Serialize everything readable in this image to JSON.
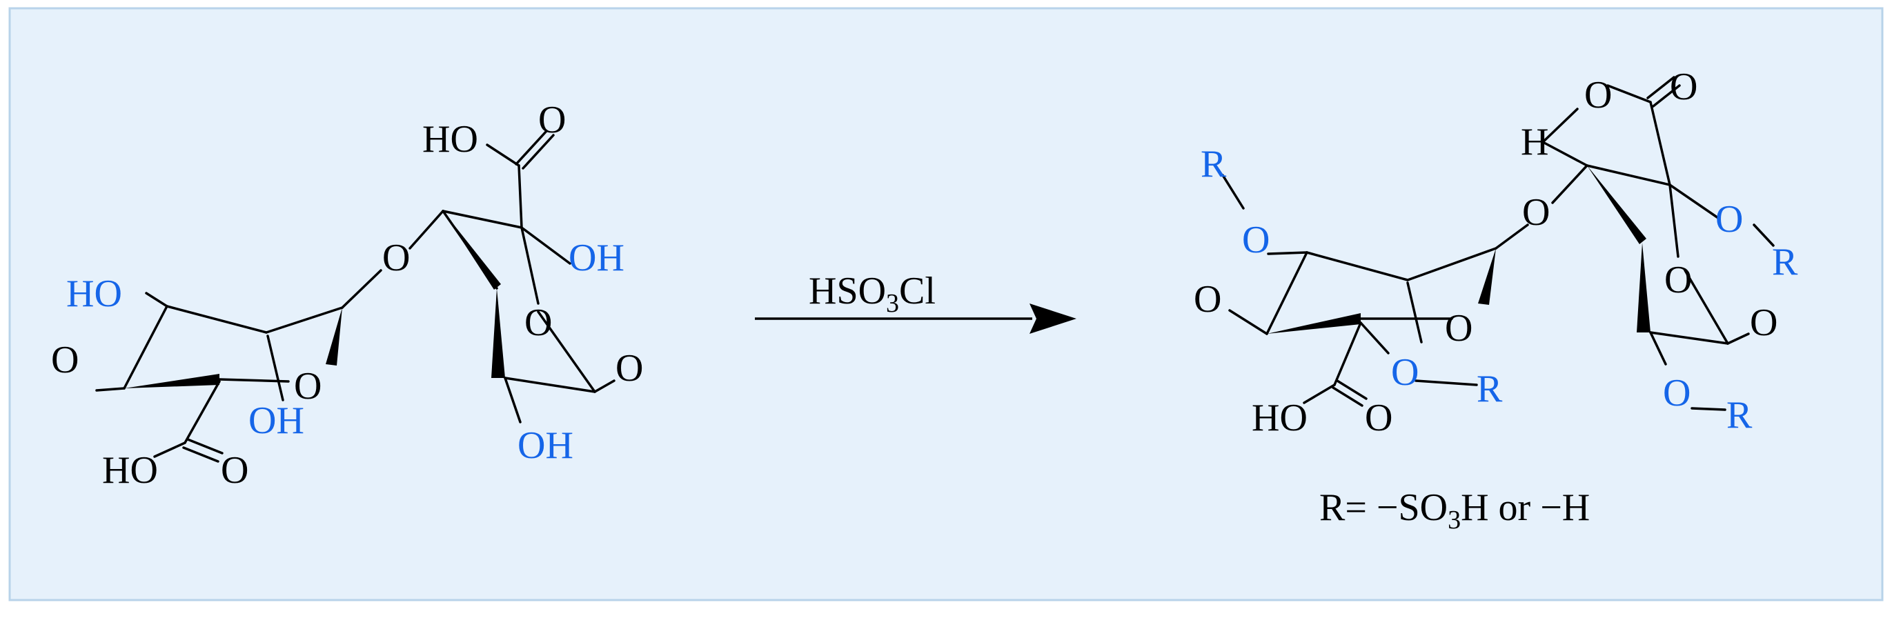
{
  "colors": {
    "background": "#e6f1fb",
    "border": "#b8d3ea",
    "bond": "#000000",
    "highlight": "#1565e8"
  },
  "reactant": {
    "ho_top": "HO",
    "o_carbonyl_top": "O",
    "o_bridge": "O",
    "oh_right_upper": "OH",
    "ho_left": "HO",
    "o_left": "O",
    "o_ring_left": "O",
    "oh_mid": "OH",
    "o_ring_right": "O",
    "o_right": "O",
    "oh_bottom_right": "OH",
    "ho_bottom": "HO",
    "o_carbonyl_bottom": "O"
  },
  "reagent": {
    "main": "HSO",
    "subscript": "3",
    "tail": "Cl"
  },
  "product": {
    "o_top_left": "O",
    "o_top_right": "O",
    "h_top": "H",
    "o_bridge": "O",
    "r_top_left": "R",
    "o_left_upper": "O",
    "o_right_upper": "O",
    "r_right_upper": "R",
    "o_left": "O",
    "o_ring_left": "O",
    "o_ring_right": "O",
    "o_right": "O",
    "o_mid_lower": "O",
    "r_mid_lower": "R",
    "o_right_lower": "O",
    "r_right_lower": "R",
    "ho_bottom": "HO",
    "o_carbonyl_bottom": "O"
  },
  "legend": {
    "lhs": "R= −SO",
    "subscript": "3",
    "rhs": "H or −H"
  }
}
